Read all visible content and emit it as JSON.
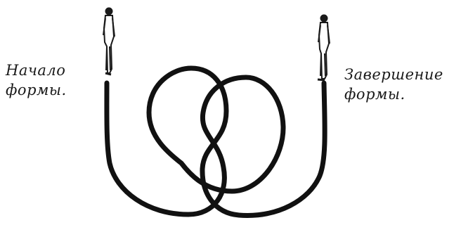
{
  "labels": {
    "start_line1": "Начало",
    "start_line2": "формы.",
    "end_line1": "Завершение",
    "end_line2": "формы."
  },
  "colors": {
    "line": "#111111",
    "figure": "#1a1a1a"
  }
}
